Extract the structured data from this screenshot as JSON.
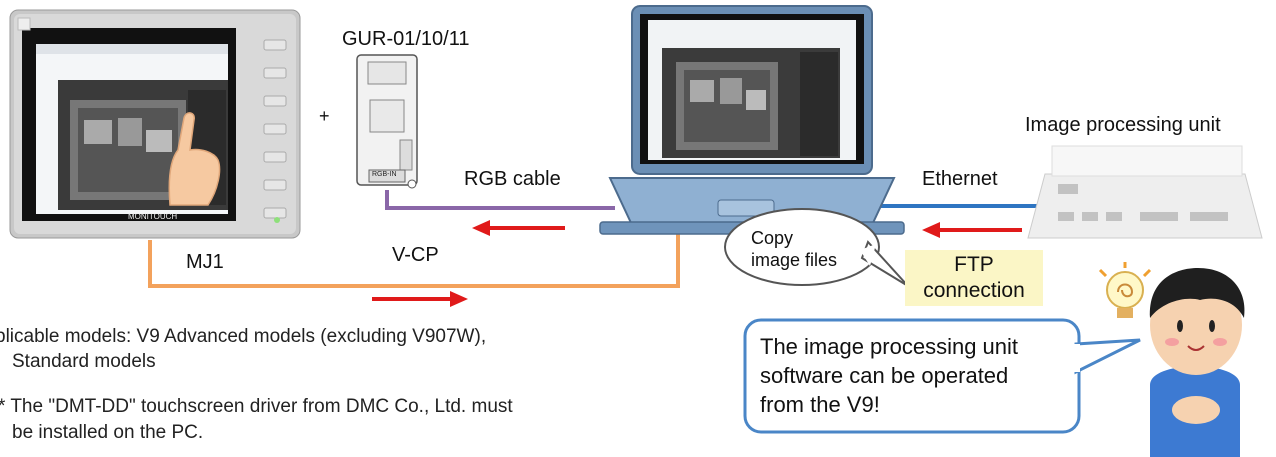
{
  "labels": {
    "adapter_model": "GUR-01/10/11",
    "plus": "+",
    "rgb_cable": "RGB cable",
    "ethernet": "Ethernet",
    "image_processing_unit": "Image processing unit",
    "mj1": "MJ1",
    "vcp": "V-CP",
    "copy_bubble_line1": "Copy",
    "copy_bubble_line2": "image files",
    "ftp_line1": "FTP",
    "ftp_line2": "connection",
    "monitouch_brand": "MONITOUCH",
    "adapter_port": "RGB-IN"
  },
  "notes": {
    "applicable_line1": "plicable models: V9 Advanced models (excluding V907W),",
    "applicable_line2": "Standard models",
    "driver_line1": "* The \"DMT-DD\" touchscreen driver from DMC Co., Ltd. must",
    "driver_line2": "be installed on the PC."
  },
  "callout": {
    "line1": "The image processing unit",
    "line2": "software can be operated",
    "line3": "from the V9!"
  },
  "colors": {
    "rgb_cable": "#8a67a8",
    "vcp_cable": "#f3a25c",
    "ethernet_cable": "#2e75c2",
    "arrow": "#e01a1a",
    "ftp_highlight": "#fbf6c6",
    "callout_border": "#4a86c7"
  }
}
